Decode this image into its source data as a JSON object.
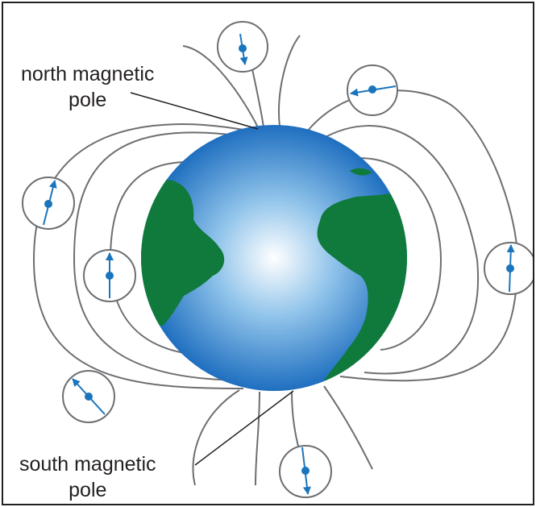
{
  "labels": {
    "north": [
      "north magnetic",
      "pole"
    ],
    "south": [
      "south magnetic",
      "pole"
    ]
  },
  "colors": {
    "border": "#231f20",
    "field_line": "#6d6e71",
    "needle": "#1b75bc",
    "land": "#0f7a3c",
    "ocean_center": "#ffffff",
    "ocean_edge": "#1f6fc0"
  }
}
